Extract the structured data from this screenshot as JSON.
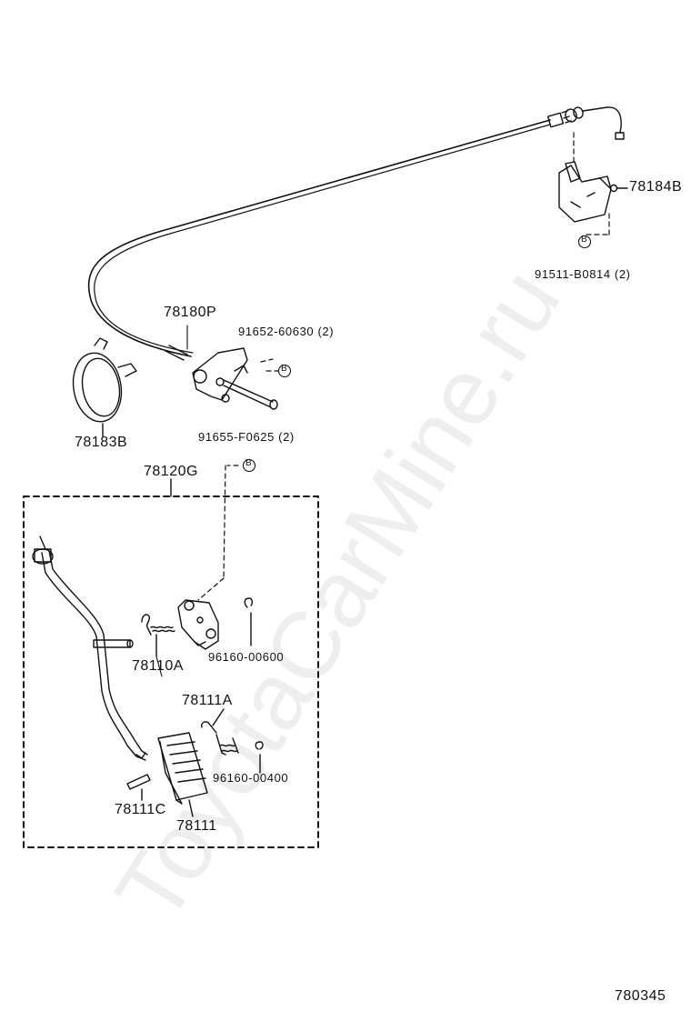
{
  "watermark": "ToyotaCarMine.ru",
  "parts": {
    "bracket_78184B": "78184B",
    "bolt_91511": "91511-B0814 (2)",
    "cable_78180P": "78180P",
    "bolt_91652": "91652-60630 (2)",
    "clamp_78183B": "78183B",
    "bolt_91655": "91655-F0625 (2)",
    "assy_78120G": "78120G",
    "spring_78110A": "78110A",
    "clip_96160_00600": "96160-00600",
    "spring_78111A": "78111A",
    "clip_96160_00400": "96160-00400",
    "pin_78111C": "78111C",
    "pedal_78111": "78111"
  },
  "bolt_marker": "B",
  "figure_number": "780345"
}
